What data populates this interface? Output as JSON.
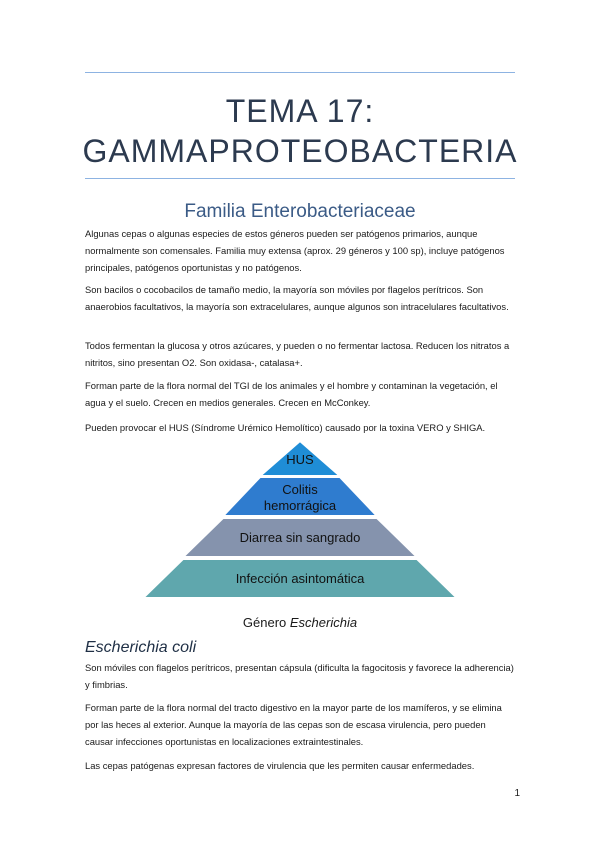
{
  "document": {
    "title_line1": "TEMA 17:",
    "title_line2": "GAMMAPROTEOBACTERIA",
    "section_heading": "Familia Enterobacteriaceae",
    "paragraphs": [
      "Algunas cepas o algunas especies de estos géneros pueden ser patógenos primarios, aunque normalmente son comensales. Familia muy extensa (aprox. 29 géneros y 100 sp), incluye patógenos principales, patógenos oportunistas y no patógenos.",
      "Son bacilos o cocobacilos de tamaño medio, la mayoría son móviles por flagelos perítricos. Son anaerobios facultativos, la mayoría son extracelulares, aunque algunos son intracelulares facultativos.",
      "Todos fermentan la glucosa y otros azúcares, y pueden o no fermentar lactosa. Reducen los nitratos a nitritos, sino presentan O2. Son oxidasa-, catalasa+.",
      "Forman parte de la flora normal del TGI de los animales y el hombre y contaminan la vegetación, el agua y el suelo. Crecen en medios generales. Crecen en McConkey.",
      "Pueden provocar el HUS (Síndrome Urémico Hemolítico) causado por la toxina VERO y SHIGA."
    ],
    "pyramid": {
      "levels": [
        {
          "label": "HUS",
          "color": "#1f8dd6"
        },
        {
          "label_line1": "Colitis",
          "label_line2": "hemorrágica",
          "color": "#2f7ccf"
        },
        {
          "label": "Diarrea sin sangrado",
          "color": "#8593ad"
        },
        {
          "label": "Infección asintomática",
          "color": "#5fa7ad"
        }
      ]
    },
    "genus_prefix": "Género ",
    "genus_name": "Escherichia",
    "species_heading": "Escherichia coli",
    "species_paragraphs": [
      "Son móviles con flagelos perítricos, presentan cápsula (dificulta la fagocitosis y favorece la adherencia) y fimbrias.",
      "Forman parte de la flora normal del tracto digestivo en la mayor parte de los mamíferos, y se elimina por las heces al exterior. Aunque la mayoría de las cepas son de escasa virulencia, pero pueden causar infecciones oportunistas en localizaciones extraintestinales.",
      "Las cepas patógenas expresan factores de virulencia que les permiten causar enfermedades."
    ],
    "page_number": "1"
  }
}
